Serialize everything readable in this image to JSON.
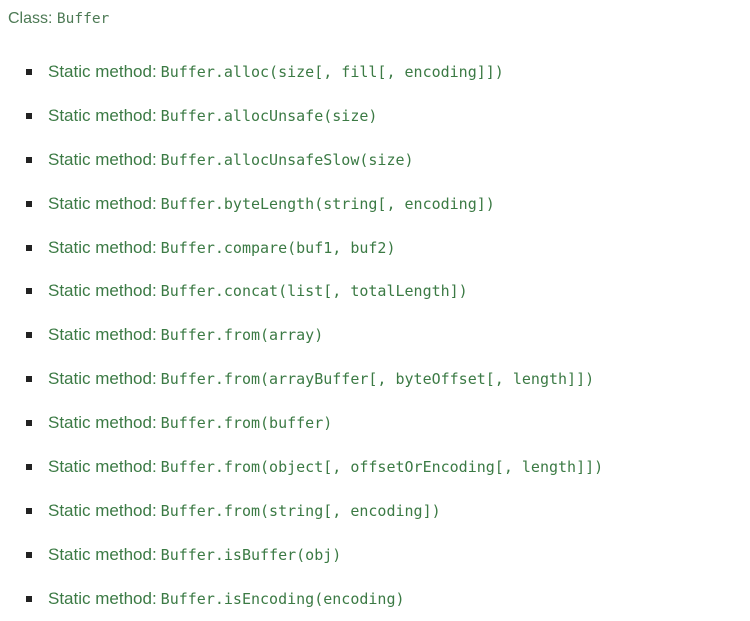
{
  "title": {
    "prefix": "Class:",
    "name": "Buffer"
  },
  "prefix": "Static method:",
  "items": [
    "Buffer.alloc(size[, fill[, encoding]])",
    "Buffer.allocUnsafe(size)",
    "Buffer.allocUnsafeSlow(size)",
    "Buffer.byteLength(string[, encoding])",
    "Buffer.compare(buf1, buf2)",
    "Buffer.concat(list[, totalLength])",
    "Buffer.from(array)",
    "Buffer.from(arrayBuffer[, byteOffset[, length]])",
    "Buffer.from(buffer)",
    "Buffer.from(object[, offsetOrEncoding[, length]])",
    "Buffer.from(string[, encoding])",
    "Buffer.isBuffer(obj)",
    "Buffer.isEncoding(encoding)"
  ]
}
